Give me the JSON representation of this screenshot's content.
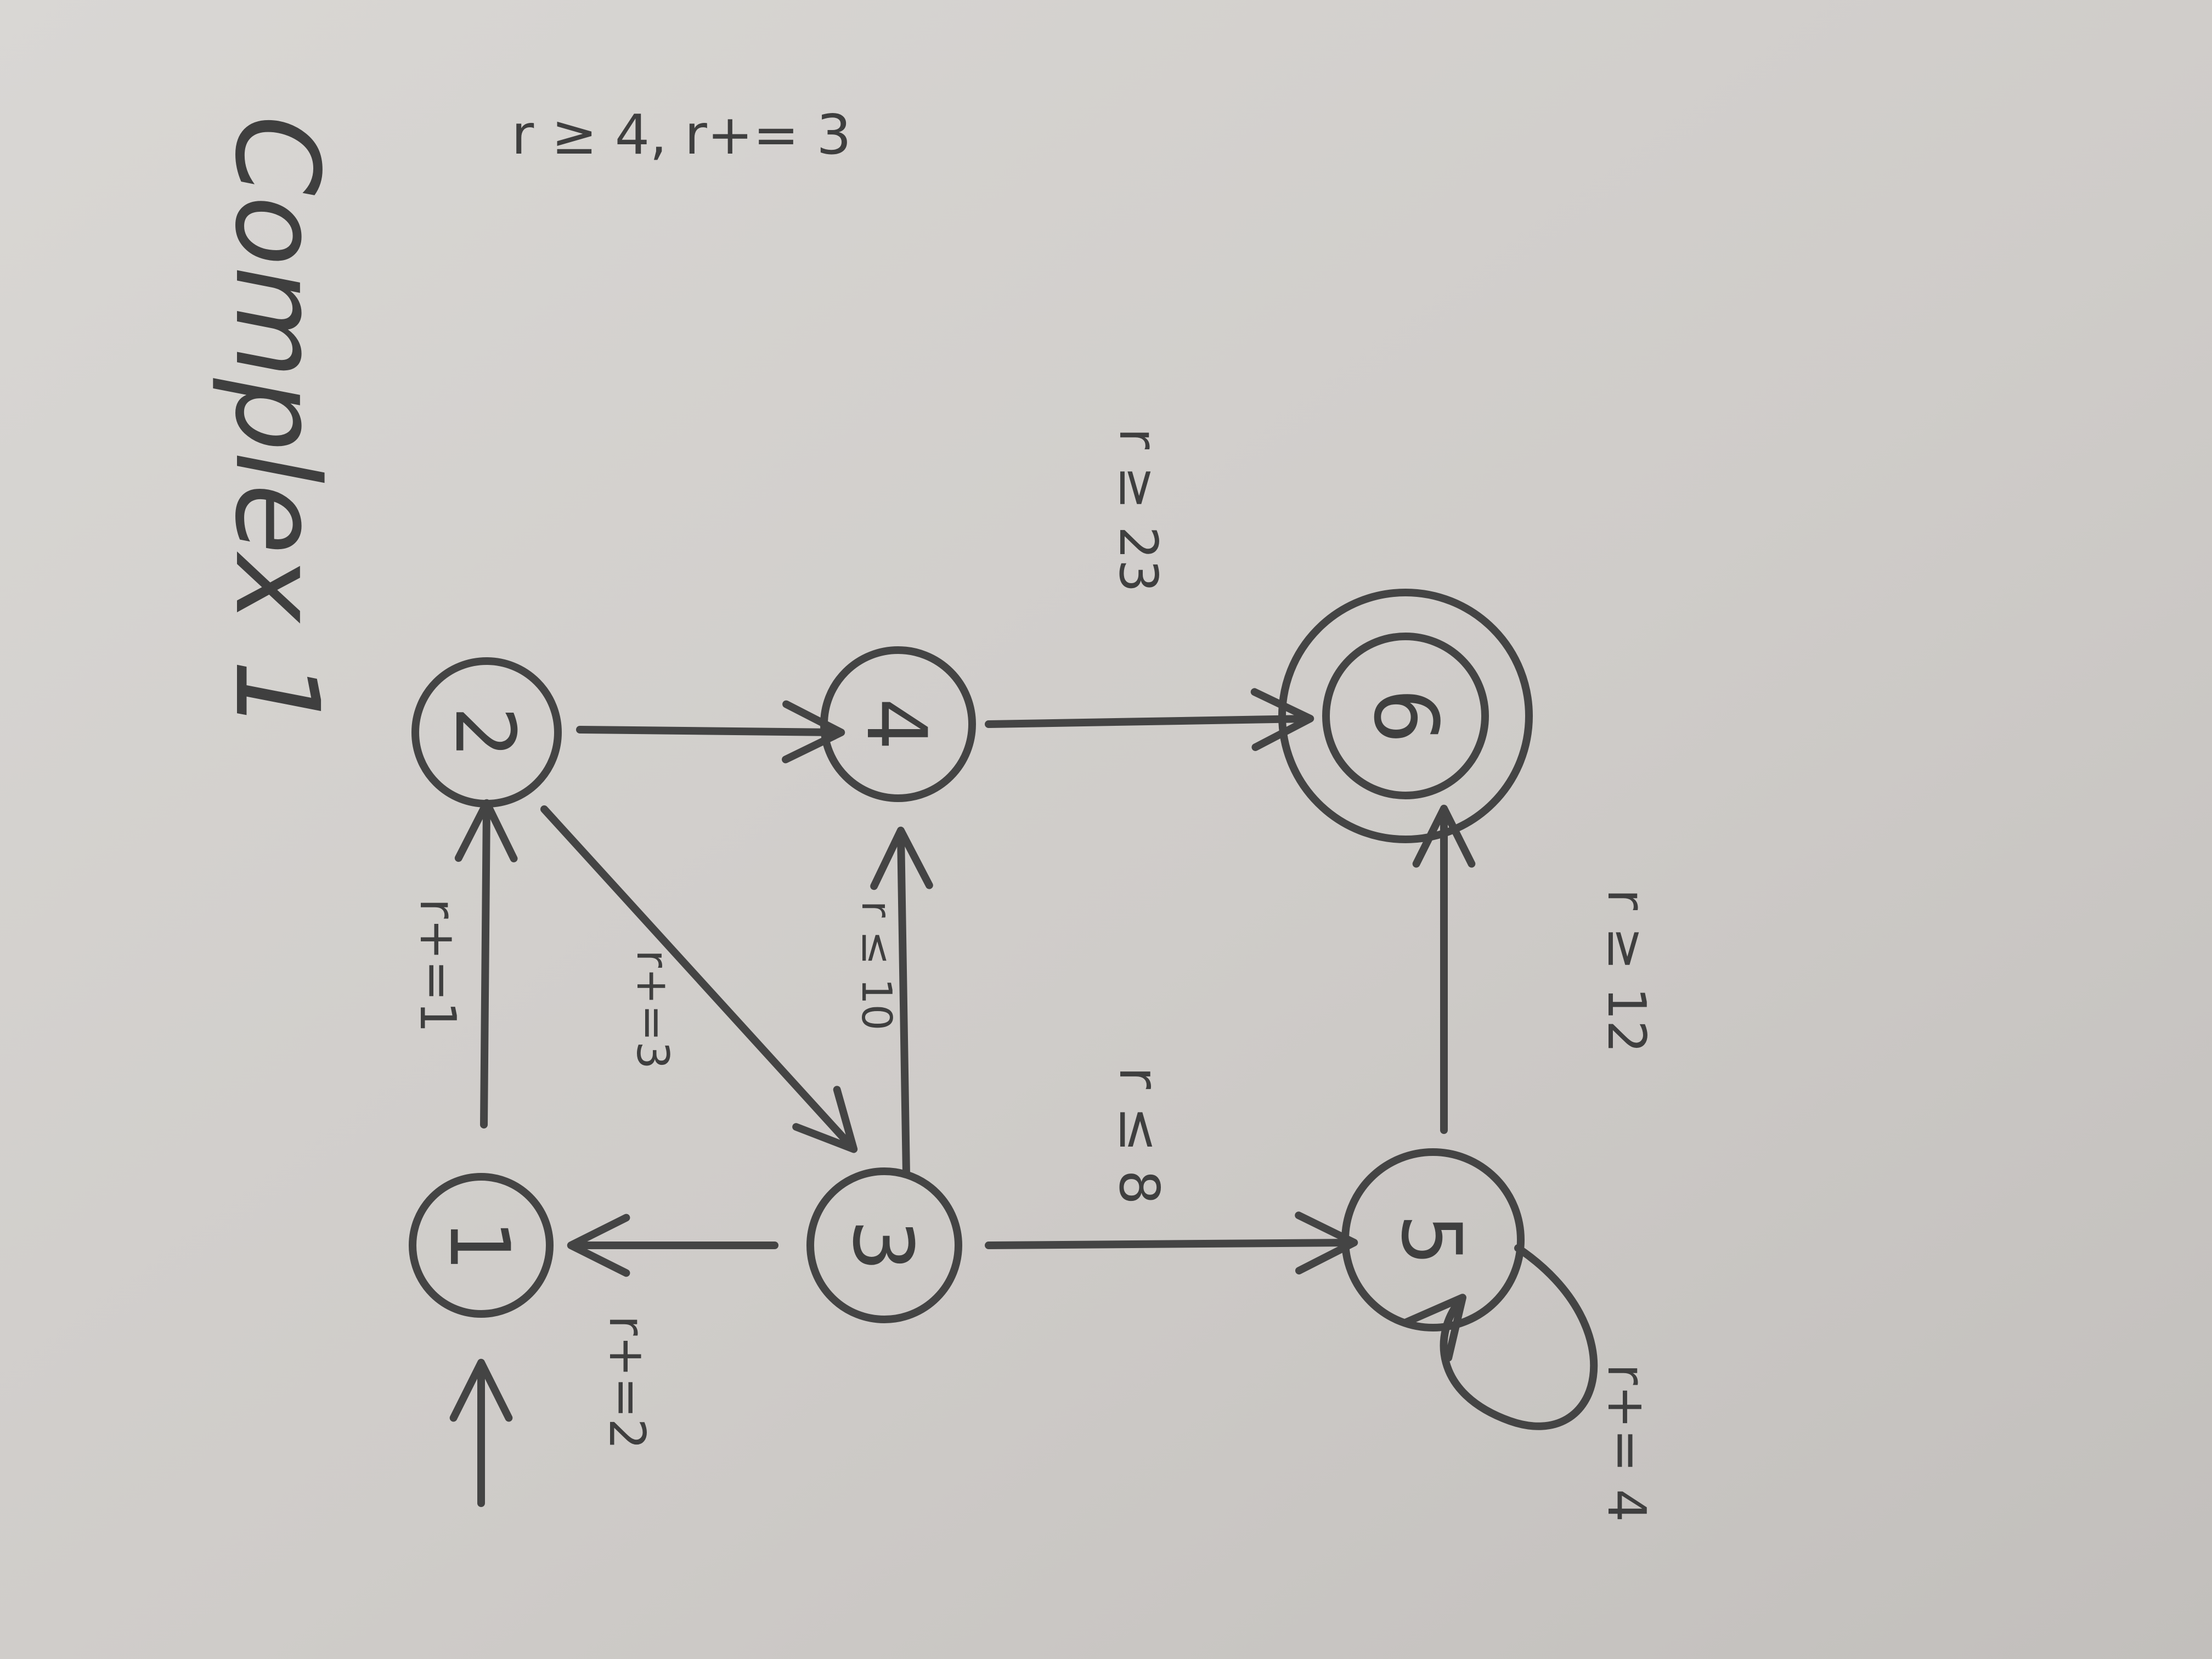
{
  "title": "Complex 1",
  "colors": {
    "paper": "#dcdad7",
    "ink": "#444444"
  },
  "states": [
    {
      "id": "1",
      "label": "1",
      "initial": true,
      "accepting": false
    },
    {
      "id": "2",
      "label": "2",
      "initial": false,
      "accepting": false
    },
    {
      "id": "3",
      "label": "3",
      "initial": false,
      "accepting": false
    },
    {
      "id": "4",
      "label": "4",
      "initial": false,
      "accepting": false
    },
    {
      "id": "5",
      "label": "5",
      "initial": false,
      "accepting": false
    },
    {
      "id": "6",
      "label": "6",
      "initial": false,
      "accepting": true
    }
  ],
  "transitions": [
    {
      "from": "1",
      "to": "2",
      "label": "r+=1"
    },
    {
      "from": "2",
      "to": "4",
      "label": "r ≥ 4, r+= 3"
    },
    {
      "from": "2",
      "to": "3",
      "label": "r+=3"
    },
    {
      "from": "3",
      "to": "4",
      "label": "r ≤ 10"
    },
    {
      "from": "3",
      "to": "1",
      "label": "r+=2"
    },
    {
      "from": "3",
      "to": "5",
      "label": "r ≤ 8"
    },
    {
      "from": "4",
      "to": "6",
      "label": "r ≥ 23"
    },
    {
      "from": "5",
      "to": "6",
      "label": "r ≥ 12"
    },
    {
      "from": "5",
      "to": "5",
      "label": "r+= 4"
    }
  ]
}
